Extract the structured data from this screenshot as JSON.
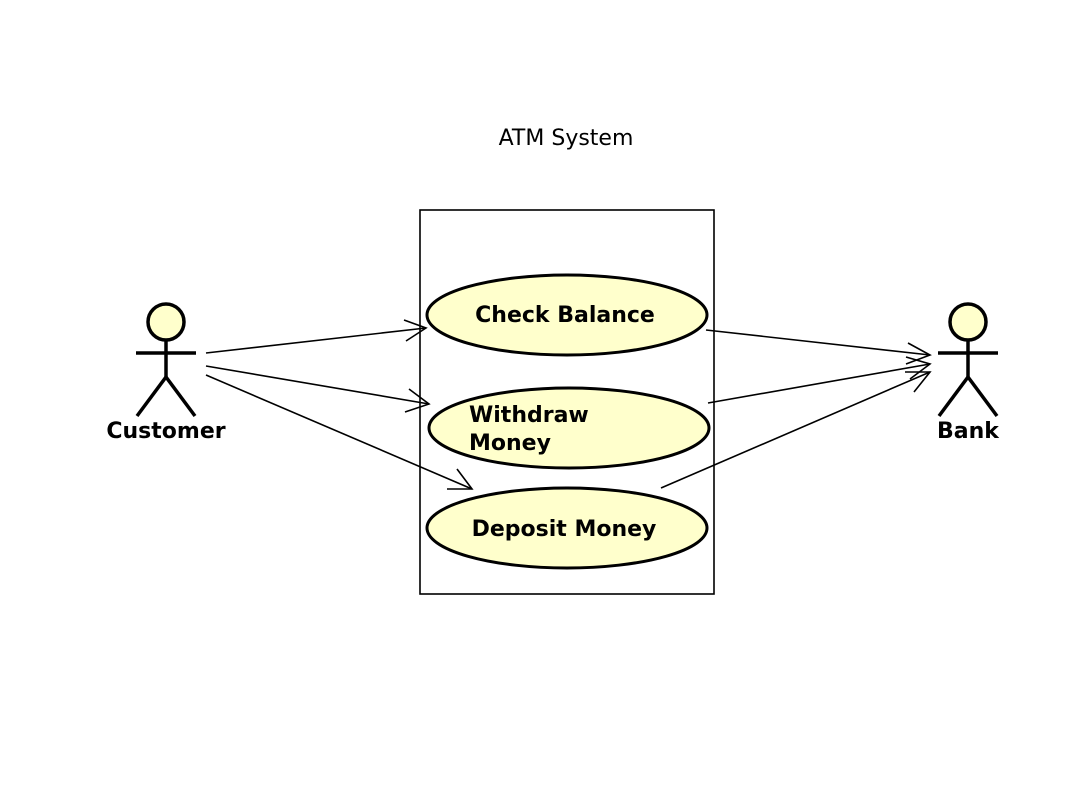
{
  "diagram": {
    "title": "ATM System",
    "colors": {
      "fill": "#FFFFCC",
      "stroke": "#000000",
      "background": "#FFFFFF"
    },
    "actors": [
      {
        "id": "customer",
        "label": "Customer"
      },
      {
        "id": "bank",
        "label": "Bank"
      }
    ],
    "use_cases": [
      {
        "id": "check-balance",
        "lines": [
          "Check Balance"
        ]
      },
      {
        "id": "withdraw-money",
        "lines": [
          "Withdraw",
          "Money"
        ]
      },
      {
        "id": "deposit-money",
        "lines": [
          "Deposit Money"
        ]
      }
    ],
    "associations": [
      {
        "from": "customer",
        "to": "check-balance",
        "arrow": "open"
      },
      {
        "from": "customer",
        "to": "withdraw-money",
        "arrow": "open"
      },
      {
        "from": "customer",
        "to": "deposit-money",
        "arrow": "open"
      },
      {
        "from": "check-balance",
        "to": "bank",
        "arrow": "open"
      },
      {
        "from": "withdraw-money",
        "to": "bank",
        "arrow": "open"
      },
      {
        "from": "deposit-money",
        "to": "bank",
        "arrow": "open"
      }
    ]
  }
}
